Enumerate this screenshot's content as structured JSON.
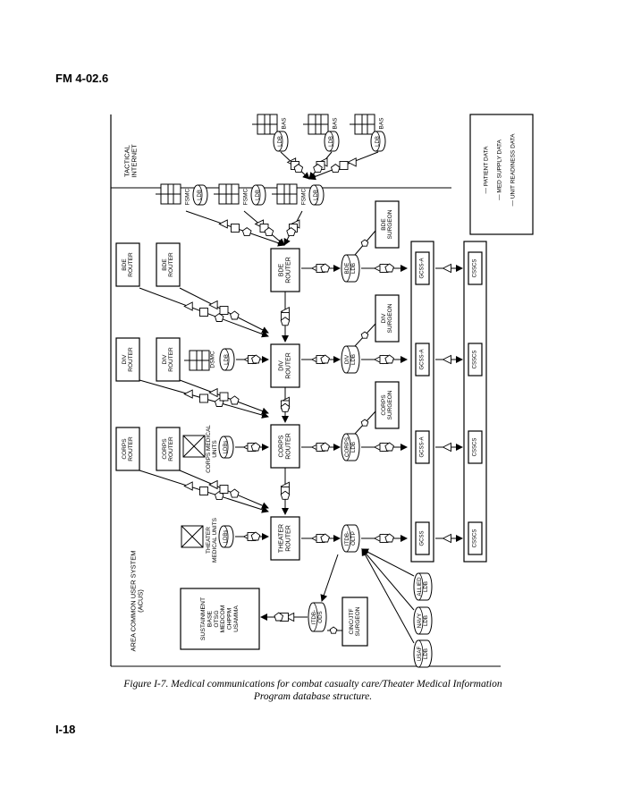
{
  "header": {
    "manual_id": "FM 4-02.6"
  },
  "footer": {
    "page_number": "I-18"
  },
  "figure": {
    "caption_line1": "Figure I-7.  Medical communications for combat casualty care/Theater Medical Information",
    "caption_line2": "Program database structure."
  },
  "diagram": {
    "section_labels": {
      "tactical_internet": [
        "TACTICAL",
        "INTERNET"
      ],
      "acus": [
        "AREA COMMON USER SYSTEM",
        "(ACUS)"
      ]
    },
    "routers": {
      "bde": [
        "BDE",
        "ROUTER"
      ],
      "div": [
        "DIV",
        "ROUTER"
      ],
      "corps": [
        "CORPS",
        "ROUTER"
      ],
      "theater": [
        "THEATER",
        "ROUTER"
      ]
    },
    "upper_routers": {
      "bde_a": [
        "BDE",
        "ROUTER"
      ],
      "bde_b": [
        "BDE",
        "ROUTER"
      ],
      "div_a": [
        "DIV",
        "ROUTER"
      ],
      "div_b": [
        "DIV",
        "ROUTER"
      ],
      "corps_a": [
        "CORPS",
        "ROUTER"
      ],
      "corps_b": [
        "CORPS",
        "ROUTER"
      ]
    },
    "surgeons": {
      "bde": [
        "BDE",
        "SURGEON"
      ],
      "div": [
        "DIV",
        "SURGEON"
      ],
      "corps": [
        "CORPS",
        "SURGEON"
      ],
      "cinc": [
        "CINC/JTF",
        "SURGEON"
      ]
    },
    "ldb_nodes": {
      "bde": [
        "BDE",
        "LDB"
      ],
      "div": [
        "DIV",
        "LDB"
      ],
      "corps": [
        "CORPS",
        "LDB"
      ],
      "itdb_oltp": [
        "ITDB-",
        "OLTP"
      ],
      "itdb_ods": [
        "ITDB-",
        "ODS"
      ],
      "allied": [
        "ALLIED",
        "LDB"
      ],
      "navy": [
        "NAVY",
        "LDB"
      ],
      "usaf": [
        "USAF",
        "LDB"
      ],
      "ldb": "LDB",
      "ldbs": "LDBs"
    },
    "units": {
      "bas": "BAS",
      "fsmc": "FSMC",
      "dsmc": "DSMC",
      "corps_medical": [
        "CORPS MEDICAL",
        "UNITS"
      ],
      "theater_medical": [
        "THEATER",
        "MEDICAL UNITS"
      ]
    },
    "gcss": {
      "gcss_a": "GCSS-A",
      "gcss": "GCSS"
    },
    "csscs": "CSSCS",
    "sustainment": [
      "SUSTAINMENT",
      "BASE",
      "OTSG",
      "MEDCOM",
      "CHPPM",
      "USAMMA"
    ],
    "legend": {
      "patient": "PATIENT DATA",
      "supply": "MED SUPPLY DATA",
      "readiness": "UNIT READINESS DATA"
    }
  }
}
